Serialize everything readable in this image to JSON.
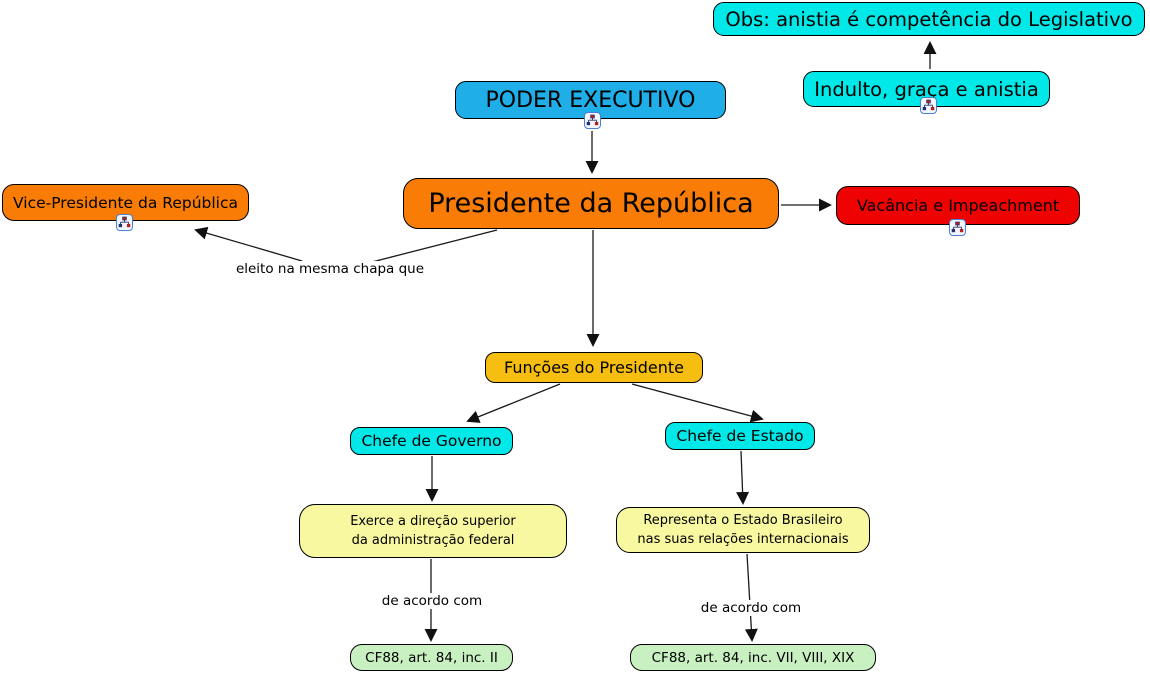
{
  "app": {
    "type": "concept-map",
    "background_color": "#FFFFFF",
    "line_color": "#1A1A1A"
  },
  "colors": {
    "cyan": "#00E8E8",
    "blue": "#1FAEE8",
    "orange": "#F97C06",
    "red": "#EE0202",
    "gold": "#F5BE10",
    "pale_yellow": "#F8F8A0",
    "pale_green": "#C8F0C0"
  },
  "nodes": {
    "obs": {
      "label": "Obs: anistia é competência do Legislativo",
      "color": "#00E8E8"
    },
    "indulto": {
      "label": "Indulto, graça e anistia",
      "color": "#00E8E8",
      "has_resource_icon": true
    },
    "poder_executivo": {
      "label": "PODER EXECUTIVO",
      "color": "#1FAEE8",
      "has_resource_icon": true
    },
    "presidente": {
      "label": "Presidente da República",
      "color": "#F97C06"
    },
    "vice_presidente": {
      "label": "Vice-Presidente da República",
      "color": "#F97C06",
      "has_resource_icon": true
    },
    "vacancia": {
      "label": "Vacância e Impeachment",
      "color": "#EE0202",
      "has_resource_icon": true
    },
    "funcoes": {
      "label": "Funções do Presidente",
      "color": "#F5BE10"
    },
    "chefe_governo": {
      "label": "Chefe de Governo",
      "color": "#00E8E8"
    },
    "chefe_estado": {
      "label": "Chefe de Estado",
      "color": "#00E8E8"
    },
    "exerce": {
      "label": "Exerce a direção superior\nda administração federal",
      "color": "#F8F8A0"
    },
    "representa": {
      "label": "Representa o Estado Brasileiro\nnas suas relações internacionais",
      "color": "#F8F8A0"
    },
    "cf88_ii": {
      "label": "CF88, art. 84, inc. II",
      "color": "#C8F0C0"
    },
    "cf88_vii": {
      "label": "CF88, art. 84, inc. VII, VIII, XIX",
      "color": "#C8F0C0"
    }
  },
  "links": {
    "eleito": {
      "label": "eleito na mesma chapa que"
    },
    "de_acordo_governo": {
      "label": "de acordo com"
    },
    "de_acordo_estado": {
      "label": "de acordo com"
    }
  },
  "icons": {
    "resource": "org-chart-resource-icon"
  }
}
